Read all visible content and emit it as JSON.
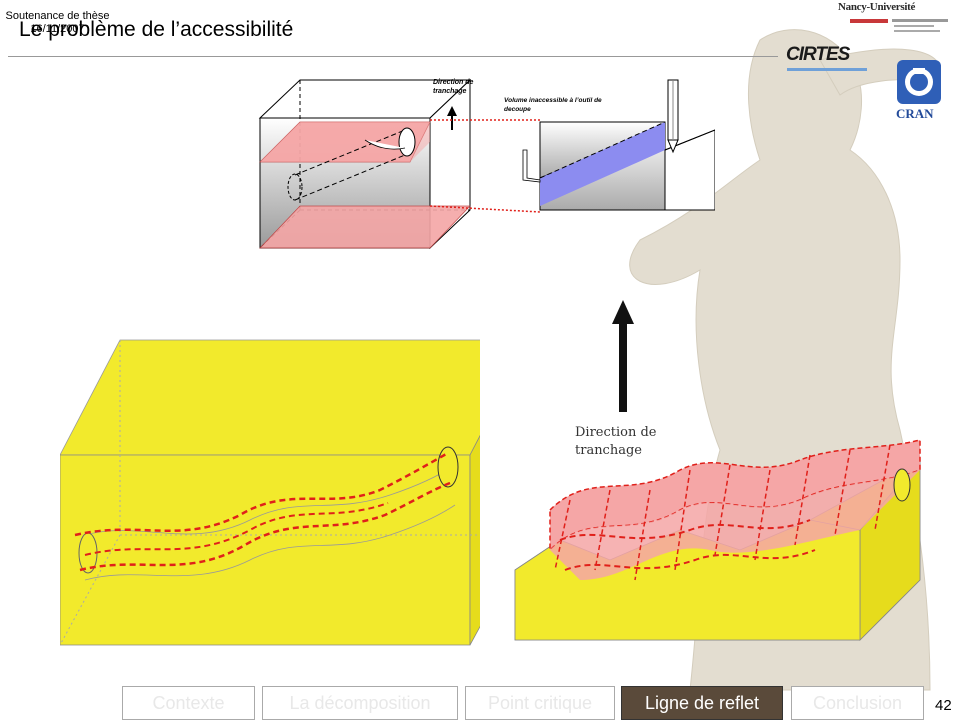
{
  "slide": {
    "title": "Le problème de l’accessibilité",
    "logos": {
      "nancy": "Nancy-Université",
      "cirtes": "CIRTES",
      "cran": "CRAN"
    }
  },
  "diagram": {
    "label_direction_small": "Direction de tranchage",
    "label_volume": "Volume inaccessible à l’outil de decoupe",
    "label_direction_large": "Direction de tranchage"
  },
  "footer": {
    "event": "Soutenance de thèse",
    "date": "16/11/2007",
    "nav": [
      {
        "label": "Contexte",
        "active": false
      },
      {
        "label": "La décomposition",
        "active": false
      },
      {
        "label": "Point critique",
        "active": false
      },
      {
        "label": "Ligne de reflet",
        "active": true
      },
      {
        "label": "Conclusion",
        "active": false
      }
    ],
    "page": "42"
  },
  "colors": {
    "yellow": "#f2ea2c",
    "pink": "#f5a6a6",
    "red_dash": "#e0201a",
    "blue_volume": "#8c8cf0",
    "nav_active": "#5a4a3a"
  }
}
